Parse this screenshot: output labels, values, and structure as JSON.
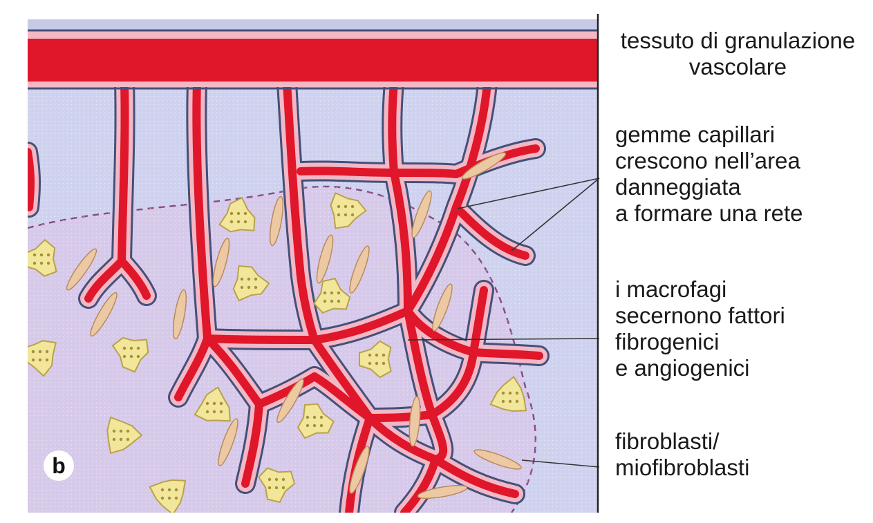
{
  "figure": {
    "panel_letter": "b",
    "labels": {
      "title_line1": "tessuto di granulazione",
      "title_line2": "vascolare",
      "buds": [
        "gemme capillari",
        "crescono nell’area",
        "danneggiata",
        "a formare una rete"
      ],
      "macrophages": [
        "i macrofagi",
        "secernono fattori",
        "fibrogenici",
        "e angiogenici"
      ],
      "fibroblasts": [
        "fibroblasti/",
        "miofibroblasti"
      ]
    },
    "colors": {
      "vessel": "#e0162a",
      "vessel_wall": "#f2b8c6",
      "vessel_outline": "#44507a",
      "tissue_upper": "#cfd2ee",
      "tissue_lower": "#d6c9ea",
      "macrophage": "#f2e69a",
      "fibroblast": "#ecc9a3"
    }
  }
}
